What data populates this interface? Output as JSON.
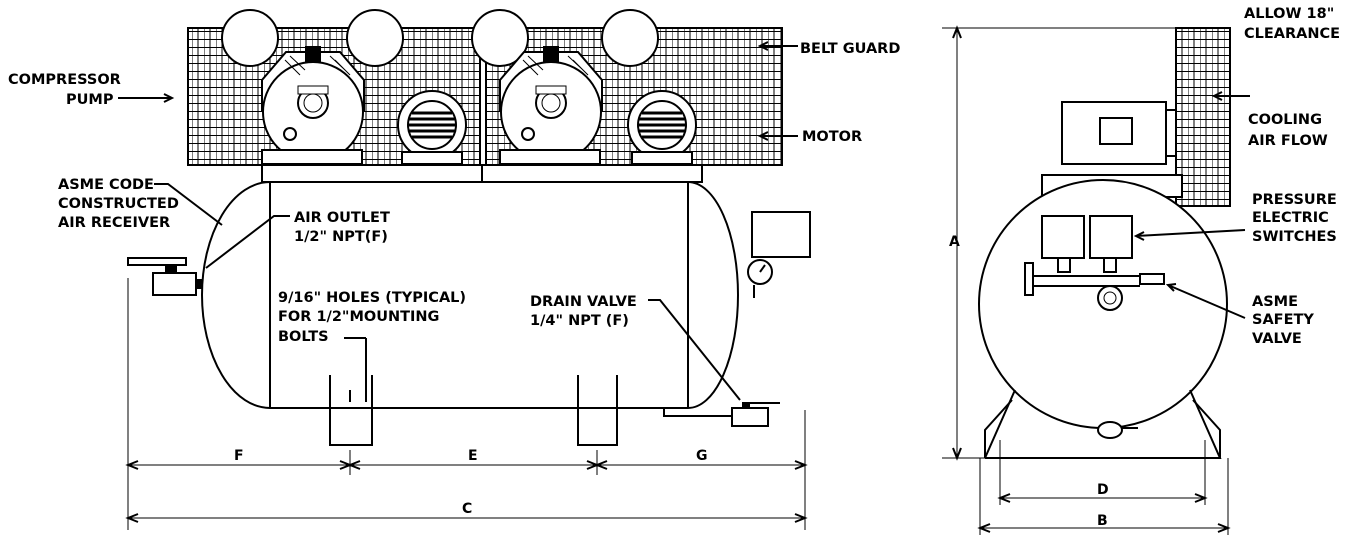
{
  "labels": {
    "compressor_pump": [
      "COMPRESSOR",
      "PUMP"
    ],
    "belt_guard": "BELT GUARD",
    "motor": "MOTOR",
    "asme_receiver": [
      "ASME CODE",
      "CONSTRUCTED",
      "AIR RECEIVER"
    ],
    "air_outlet": [
      "AIR OUTLET",
      "1/2\" NPT(F)"
    ],
    "holes": [
      "9/16\" HOLES (TYPICAL)",
      "FOR 1/2\"MOUNTING",
      "BOLTS"
    ],
    "drain_valve": [
      "DRAIN VALVE",
      "1/4\" NPT (F)"
    ],
    "clearance": [
      "ALLOW 18\"",
      "CLEARANCE"
    ],
    "cooling": [
      "COOLING",
      "AIR FLOW"
    ],
    "pressure_switches": [
      "PRESSURE",
      "ELECTRIC",
      "SWITCHES"
    ],
    "safety_valve": [
      "ASME",
      "SAFETY",
      "VALVE"
    ]
  },
  "dimensions": {
    "a": "A",
    "b": "B",
    "c": "C",
    "d": "D",
    "e": "E",
    "f": "F",
    "g": "G"
  }
}
